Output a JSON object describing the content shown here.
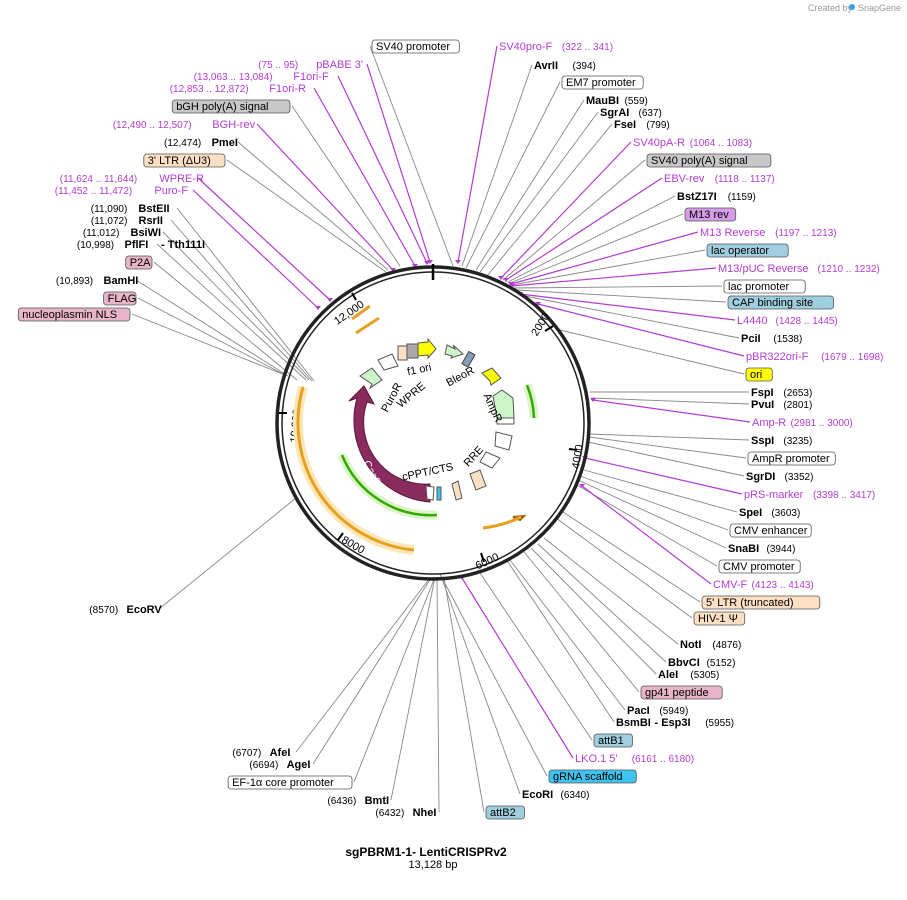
{
  "credit": {
    "prefix": "Created by",
    "brand": "SnapGene"
  },
  "plasmid": {
    "name": "sgPBRM1-1- LentiCRISPRv2",
    "size": "13,128 bp"
  },
  "ring_ticks": [
    "2000",
    "4000",
    "6000",
    "8000",
    "10,000",
    "12,000"
  ],
  "labels": [
    {
      "id": "sv40-promoter",
      "text": "SV40 promoter",
      "kind": "box",
      "fill": "#ffffff"
    },
    {
      "id": "sv40pro-f",
      "text": "SV40pro-F",
      "kind": "primer",
      "range": "(322 .. 341)"
    },
    {
      "id": "avrii",
      "text": "AvrII",
      "kind": "site",
      "pos": "(394)"
    },
    {
      "id": "em7-promoter",
      "text": "EM7 promoter",
      "kind": "box",
      "fill": "#ffffff"
    },
    {
      "id": "maubi",
      "text": "MauBI",
      "kind": "site",
      "pos": "(559)"
    },
    {
      "id": "sgrai",
      "text": "SgrAI",
      "kind": "site",
      "pos": "(637)"
    },
    {
      "id": "fsei",
      "text": "FseI",
      "kind": "site",
      "pos": "(799)"
    },
    {
      "id": "sv40pa-r",
      "text": "SV40pA-R",
      "kind": "primer",
      "range": "(1064 .. 1083)"
    },
    {
      "id": "sv40-polya",
      "text": "SV40 poly(A) signal",
      "kind": "box",
      "fill": "#c8c8c8"
    },
    {
      "id": "ebv-rev",
      "text": "EBV-rev",
      "kind": "primer",
      "range": "(1118 .. 1137)"
    },
    {
      "id": "bstz17i",
      "text": "BstZ17I",
      "kind": "site",
      "pos": "(1159)"
    },
    {
      "id": "m13-rev",
      "text": "M13 rev",
      "kind": "box",
      "fill": "#d59ce8"
    },
    {
      "id": "m13-reverse",
      "text": "M13 Reverse",
      "kind": "primer",
      "range": "(1197 .. 1213)"
    },
    {
      "id": "lac-operator",
      "text": "lac operator",
      "kind": "box",
      "fill": "#9fcfdf"
    },
    {
      "id": "m13puc-reverse",
      "text": "M13/pUC Reverse",
      "kind": "primer",
      "range": "(1210 .. 1232)"
    },
    {
      "id": "lac-promoter",
      "text": "lac promoter",
      "kind": "box",
      "fill": "#ffffff"
    },
    {
      "id": "cap-binding",
      "text": "CAP binding site",
      "kind": "box",
      "fill": "#9fcfdf"
    },
    {
      "id": "l4440",
      "text": "L4440",
      "kind": "primer",
      "range": "(1428 .. 1445)"
    },
    {
      "id": "pcii",
      "text": "PciI",
      "kind": "site",
      "pos": "(1538)"
    },
    {
      "id": "pbr322ori-f",
      "text": "pBR322ori-F",
      "kind": "primer",
      "range": "(1679 .. 1698)"
    },
    {
      "id": "ori",
      "text": "ori",
      "kind": "box",
      "fill": "#ffff00"
    },
    {
      "id": "fspi",
      "text": "FspI",
      "kind": "site",
      "pos": "(2653)"
    },
    {
      "id": "pvui",
      "text": "PvuI",
      "kind": "site",
      "pos": "(2801)"
    },
    {
      "id": "amp-r",
      "text": "Amp-R",
      "kind": "primer",
      "range": "(2981 .. 3000)"
    },
    {
      "id": "sspi",
      "text": "SspI",
      "kind": "site",
      "pos": "(3235)"
    },
    {
      "id": "ampr-promoter",
      "text": "AmpR promoter",
      "kind": "box",
      "fill": "#ffffff"
    },
    {
      "id": "sgrdi",
      "text": "SgrDI",
      "kind": "site",
      "pos": "(3352)"
    },
    {
      "id": "prs-marker",
      "text": "pRS-marker",
      "kind": "primer",
      "range": "(3398 .. 3417)"
    },
    {
      "id": "spei",
      "text": "SpeI",
      "kind": "site",
      "pos": "(3603)"
    },
    {
      "id": "cmv-enhancer",
      "text": "CMV enhancer",
      "kind": "box",
      "fill": "#ffffff"
    },
    {
      "id": "snabi",
      "text": "SnaBI",
      "kind": "site",
      "pos": "(3944)"
    },
    {
      "id": "cmv-promoter",
      "text": "CMV promoter",
      "kind": "box",
      "fill": "#ffffff"
    },
    {
      "id": "cmv-f",
      "text": "CMV-F",
      "kind": "primer",
      "range": "(4123 .. 4143)"
    },
    {
      "id": "5ltr",
      "text": "5' LTR (truncated)",
      "kind": "box",
      "fill": "#fde0c4"
    },
    {
      "id": "hiv1-psi",
      "text": "HIV-1 Ψ",
      "kind": "box",
      "fill": "#fde0c4"
    },
    {
      "id": "noti",
      "text": "NotI",
      "kind": "site",
      "pos": "(4876)"
    },
    {
      "id": "bbvci",
      "text": "BbvCI",
      "kind": "site",
      "pos": "(5152)"
    },
    {
      "id": "alei",
      "text": "AleI",
      "kind": "site",
      "pos": "(5305)"
    },
    {
      "id": "gp41",
      "text": "gp41 peptide",
      "kind": "box",
      "fill": "#e8b4c8"
    },
    {
      "id": "paci",
      "text": "PacI",
      "kind": "site",
      "pos": "(5949)"
    },
    {
      "id": "bsmbi",
      "text": "BsmBI",
      "kind": "site",
      "pos": "",
      "extra": "- Esp3I",
      "extra_pos": "(5955)"
    },
    {
      "id": "attb1",
      "text": "attB1",
      "kind": "box",
      "fill": "#9fcfdf"
    },
    {
      "id": "lko1",
      "text": "LKO.1 5'",
      "kind": "primer",
      "range": "(6161 .. 6180)"
    },
    {
      "id": "grna",
      "text": "gRNA scaffold",
      "kind": "box",
      "fill": "#3ec4f0"
    },
    {
      "id": "ecori",
      "text": "EcoRI",
      "kind": "site",
      "pos": "(6340)"
    },
    {
      "id": "attb2",
      "text": "attB2",
      "kind": "box",
      "fill": "#9fcfdf"
    },
    {
      "id": "nhei",
      "text": "NheI",
      "kind": "site",
      "pos": "(6432)"
    },
    {
      "id": "bmti",
      "text": "BmtI",
      "kind": "site",
      "pos": "(6436)"
    },
    {
      "id": "ef1a",
      "text": "EF-1α core promoter",
      "kind": "box",
      "fill": "#ffffff"
    },
    {
      "id": "agei",
      "text": "AgeI",
      "kind": "site",
      "pos": "(6694)"
    },
    {
      "id": "afei",
      "text": "AfeI",
      "kind": "site",
      "pos": "(6707)"
    },
    {
      "id": "ecorv",
      "text": "EcoRV",
      "kind": "site",
      "pos": "(8570)"
    },
    {
      "id": "nls",
      "text": "nucleoplasmin NLS",
      "kind": "box",
      "fill": "#e8b4c8"
    },
    {
      "id": "flag",
      "text": "FLAG",
      "kind": "box",
      "fill": "#e8b4c8"
    },
    {
      "id": "bamhi",
      "text": "BamHI",
      "kind": "site",
      "pos": "(10,893)"
    },
    {
      "id": "p2a",
      "text": "P2A",
      "kind": "box",
      "fill": "#e8b4c8"
    },
    {
      "id": "pflfi",
      "text": "PflFI",
      "kind": "site",
      "pos": "(10,998)",
      "extra": "- Tth111I"
    },
    {
      "id": "bsiwi",
      "text": "BsiWI",
      "kind": "site",
      "pos": "(11,012)"
    },
    {
      "id": "rsrii",
      "text": "RsrII",
      "kind": "site",
      "pos": "(11,072)"
    },
    {
      "id": "bsteii",
      "text": "BstEII",
      "kind": "site",
      "pos": "(11,090)"
    },
    {
      "id": "puro-f",
      "text": "Puro-F",
      "kind": "primer",
      "range": "(11,452 .. 11,472)"
    },
    {
      "id": "wpre-r",
      "text": "WPRE-R",
      "kind": "primer",
      "range": "(11,624 .. 11,644)"
    },
    {
      "id": "3ltr",
      "text": "3' LTR (ΔU3)",
      "kind": "box",
      "fill": "#fde0c4"
    },
    {
      "id": "pmei",
      "text": "PmeI",
      "kind": "site",
      "pos": "(12,474)"
    },
    {
      "id": "bgh-rev",
      "text": "BGH-rev",
      "kind": "primer",
      "range": "(12,490 .. 12,507)"
    },
    {
      "id": "bgh-polya",
      "text": "bGH poly(A) signal",
      "kind": "box",
      "fill": "#c8c8c8"
    },
    {
      "id": "f1ori-r",
      "text": "F1ori-R",
      "kind": "primer",
      "range": "(12,853 .. 12,872)"
    },
    {
      "id": "f1ori-f",
      "text": "F1ori-F",
      "kind": "primer",
      "range": "(13,063 .. 13,084)"
    },
    {
      "id": "pbabe3",
      "text": "pBABE 3'",
      "kind": "primer",
      "range": "(75 .. 95)"
    }
  ],
  "inner_labels": [
    "f1 ori",
    "BleoR",
    "AmpR",
    "RRE",
    "cPPT/CTS",
    "Cas9",
    "PuroR",
    "WPRE"
  ],
  "colors": {
    "ring": "#222222",
    "primer": "#b43cd2",
    "cas9": "#8b2a5e",
    "ori_arrow": "#ffff00",
    "resistance_arrow": "#ccf5c8",
    "orf_green": "#33aa00",
    "orf_orange": "#e8a020"
  }
}
